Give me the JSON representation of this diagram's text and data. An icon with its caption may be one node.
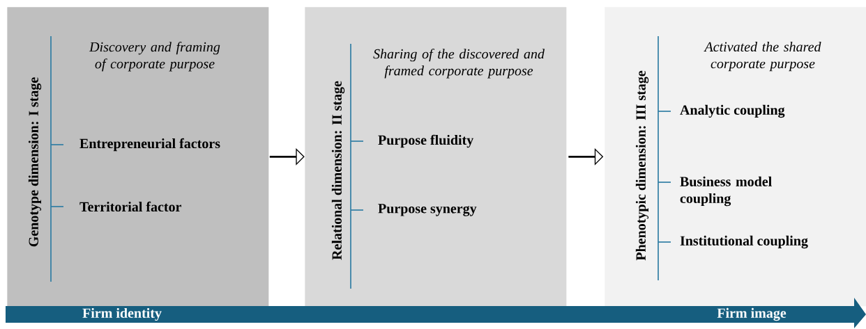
{
  "diagram": {
    "nodes": [
      {
        "text": [
          "Genotype dimension: I stage",
          "Discovery and framing of corporate purpose",
          "Entrepreneurial factors",
          "Territorial factor"
        ]
      },
      {
        "text": [
          "Relational dimension: II stage",
          "Sharing of the discovered and framed corporate purpose",
          "Purpose fluidity",
          "Purpose synergy"
        ]
      },
      {
        "text": [
          "Phenotypic dimension: III stage",
          "Activated the shared corporate purpose",
          "Analytic coupling",
          "Business model coupling",
          "Institutional coupling"
        ]
      },
      {
        "text": [
          "Firm identity",
          "Firm image"
        ]
      }
    ],
    "edges": [
      {
        "from": 0,
        "to": 1,
        "arrow": "to"
      },
      {
        "from": 1,
        "to": 2,
        "arrow": "to"
      }
    ]
  }
}
